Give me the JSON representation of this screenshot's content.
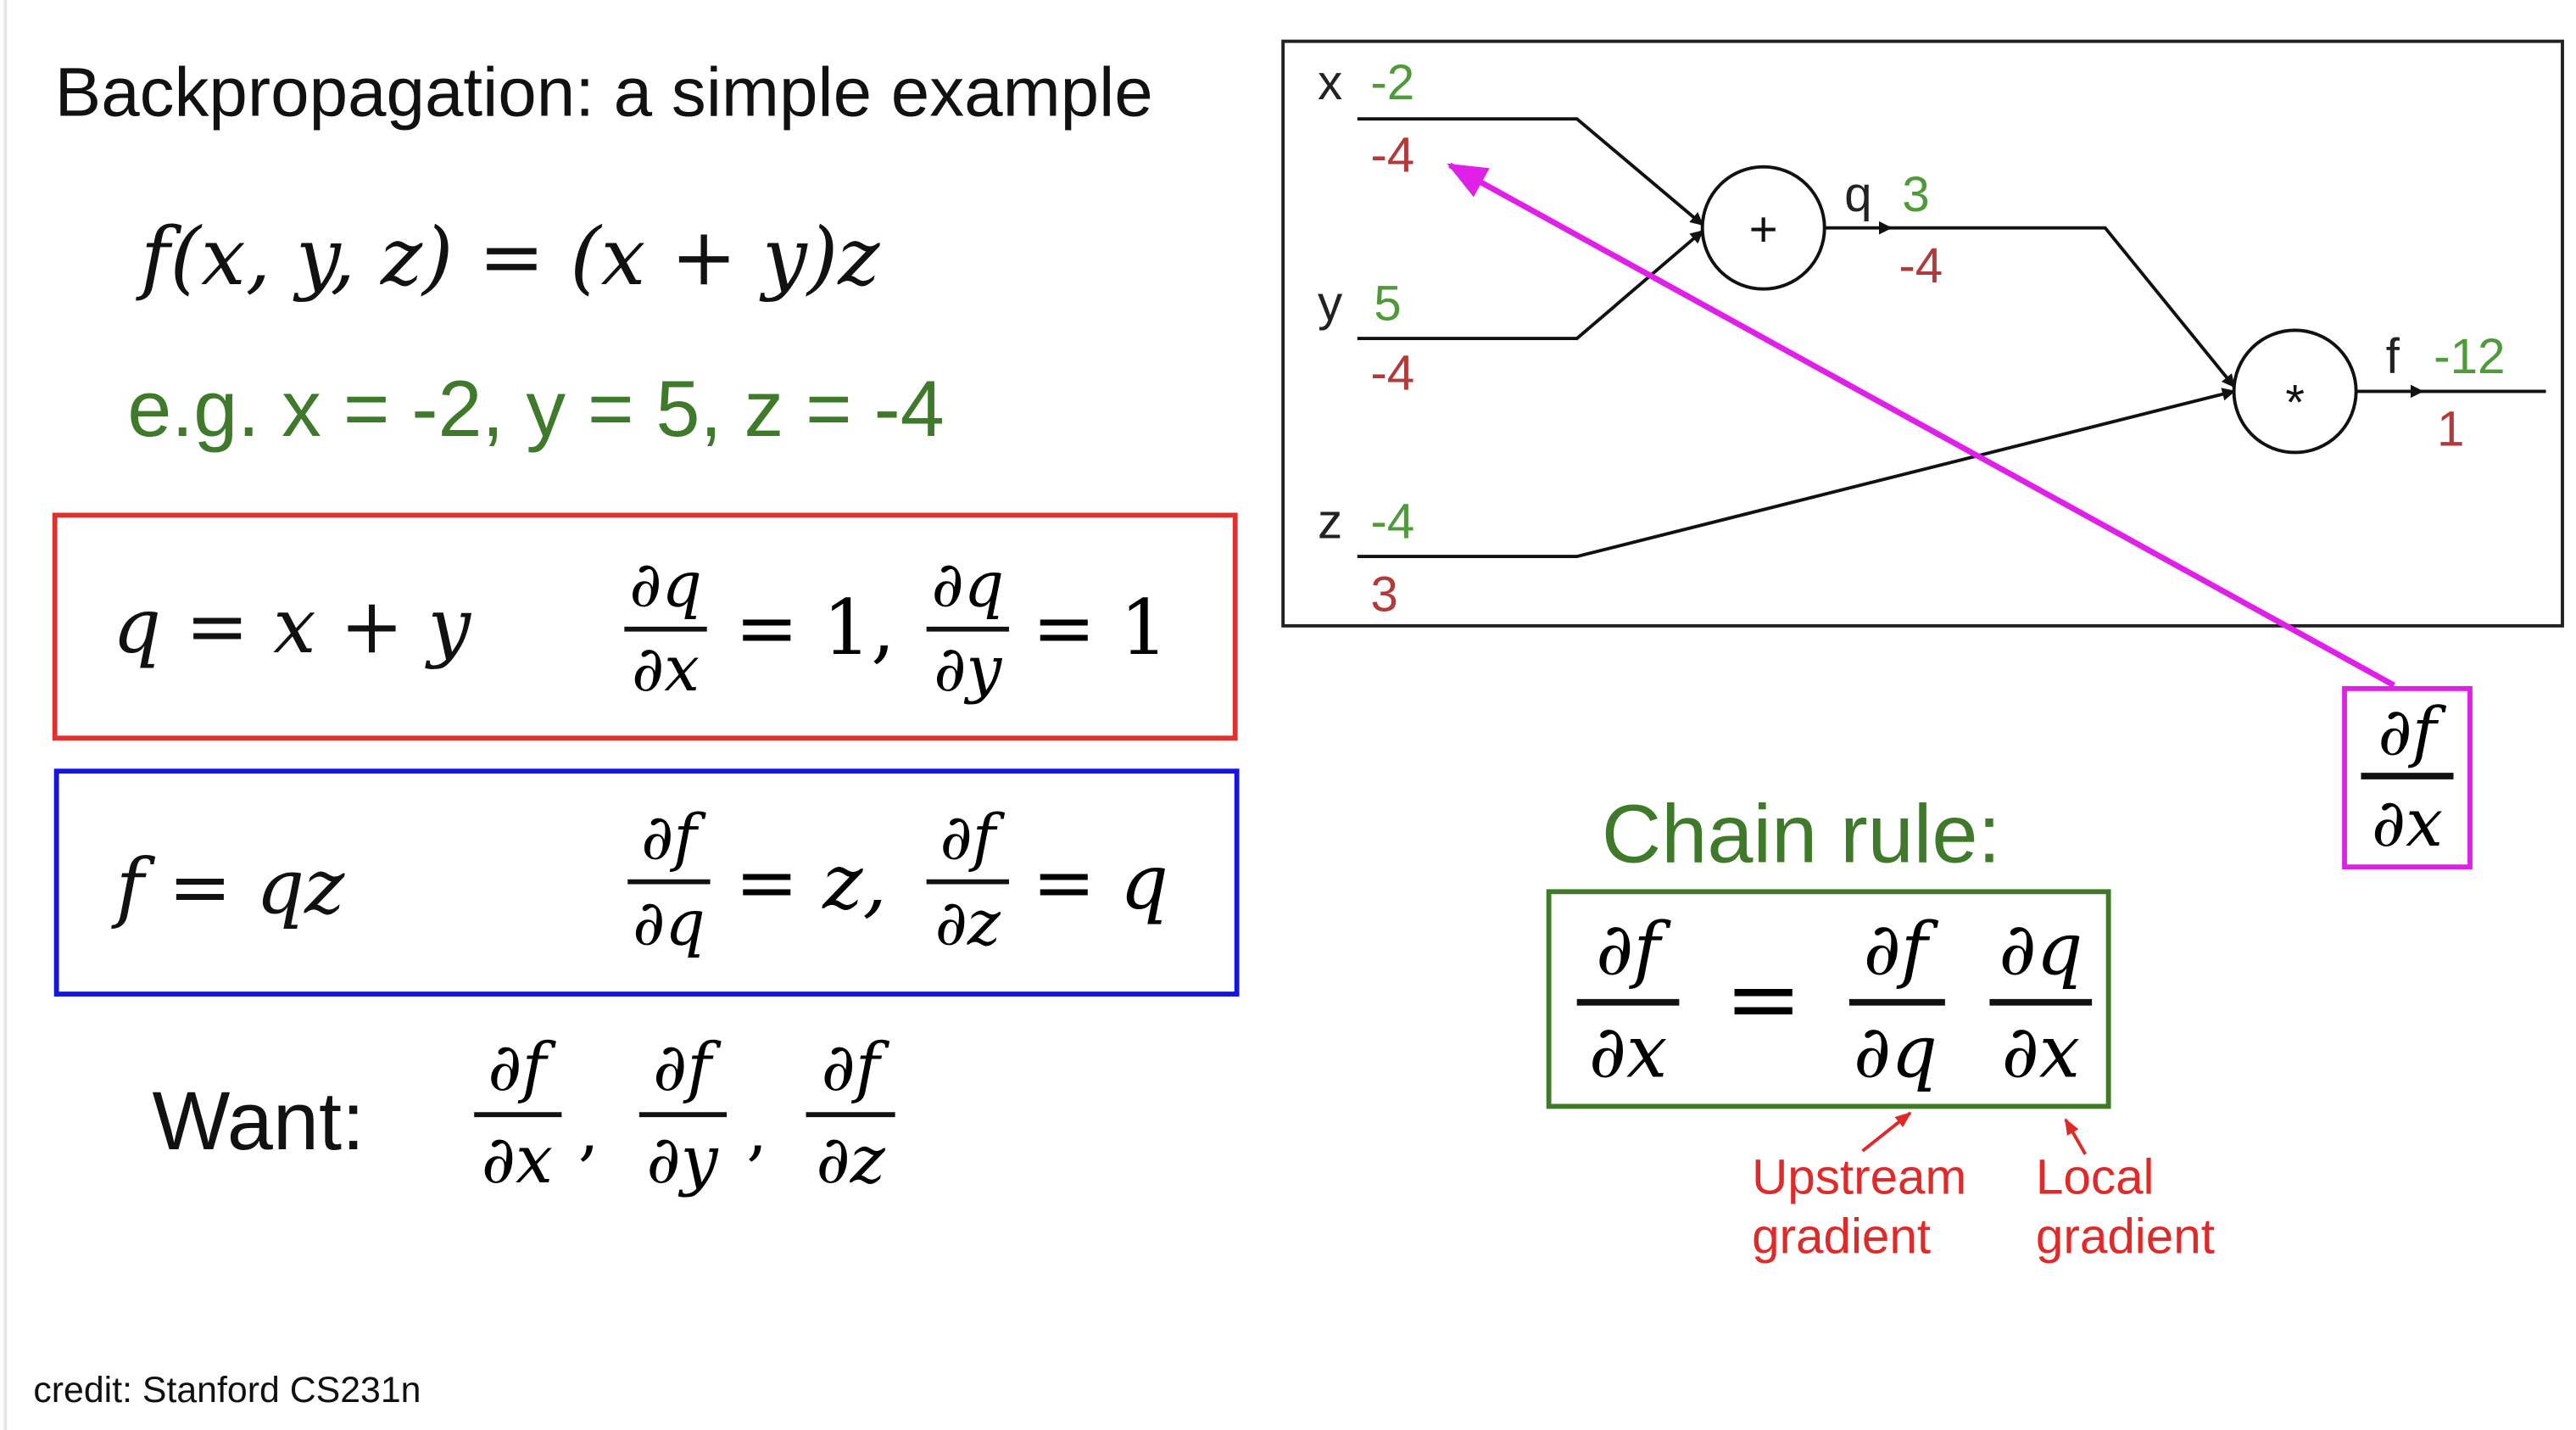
{
  "title": "Backpropagation: a simple example",
  "function_def": "f(x, y, z) = (x + y)z",
  "example": "e.g. x = -2, y = 5, z = -4",
  "colors": {
    "green": "#3f7a2a",
    "red_box": "#e03030",
    "blue_box": "#1515e0",
    "magenta": "#e020e8",
    "red_text": "#e02a2a",
    "grad_red": "#b33a3a",
    "val_green": "#4f9a3a"
  },
  "red_box": {
    "eq": "q = x + y",
    "frac1": {
      "num": "∂q",
      "den": "∂x"
    },
    "mid": "= 1,",
    "frac2": {
      "num": "∂q",
      "den": "∂y"
    },
    "end": "= 1"
  },
  "blue_box": {
    "eq": "f = qz",
    "frac1": {
      "num": "∂f",
      "den": "∂q"
    },
    "mid": "= z,",
    "frac2": {
      "num": "∂f",
      "den": "∂z"
    },
    "end": "= q"
  },
  "want": {
    "label": "Want:",
    "fracs": [
      {
        "num": "∂f",
        "den": "∂x"
      },
      {
        "num": "∂f",
        "den": "∂y"
      },
      {
        "num": "∂f",
        "den": "∂z"
      }
    ],
    "comma": ","
  },
  "credit": "credit: Stanford CS231n",
  "graph": {
    "inputs": [
      {
        "name": "x",
        "value": "-2",
        "grad": "-4"
      },
      {
        "name": "y",
        "value": "5",
        "grad": "-4"
      },
      {
        "name": "z",
        "value": "-4",
        "grad": "3"
      }
    ],
    "add_node": "+",
    "mul_node": "*",
    "q": {
      "name": "q",
      "value": "3",
      "grad": "-4"
    },
    "f": {
      "name": "f",
      "value": "-12",
      "grad": "1"
    }
  },
  "highlight": {
    "num": "∂f",
    "den": "∂x"
  },
  "chain_rule": {
    "title": "Chain rule:",
    "lhs": {
      "num": "∂f",
      "den": "∂x"
    },
    "equals": "=",
    "upstream": {
      "num": "∂f",
      "den": "∂q"
    },
    "local": {
      "num": "∂q",
      "den": "∂x"
    },
    "upstream_label": [
      "Upstream",
      "gradient"
    ],
    "local_label": [
      "Local",
      "gradient"
    ]
  }
}
